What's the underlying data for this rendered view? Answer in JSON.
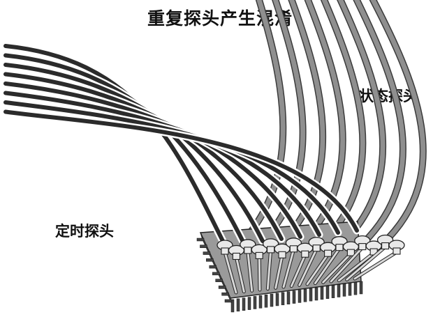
{
  "title": "重复探头产生混淆",
  "labels": {
    "state_probes": "状态探头",
    "timing_probes": "定时探头"
  },
  "colors": {
    "timing_cable": "#2b2b2b",
    "state_cable": "#8f8f8f",
    "chip_body": "#9a9a9a",
    "probe_tip": "#e9e9e9",
    "background": "#ffffff"
  },
  "counts": {
    "timing_probes": 8,
    "state_probes": 8
  }
}
